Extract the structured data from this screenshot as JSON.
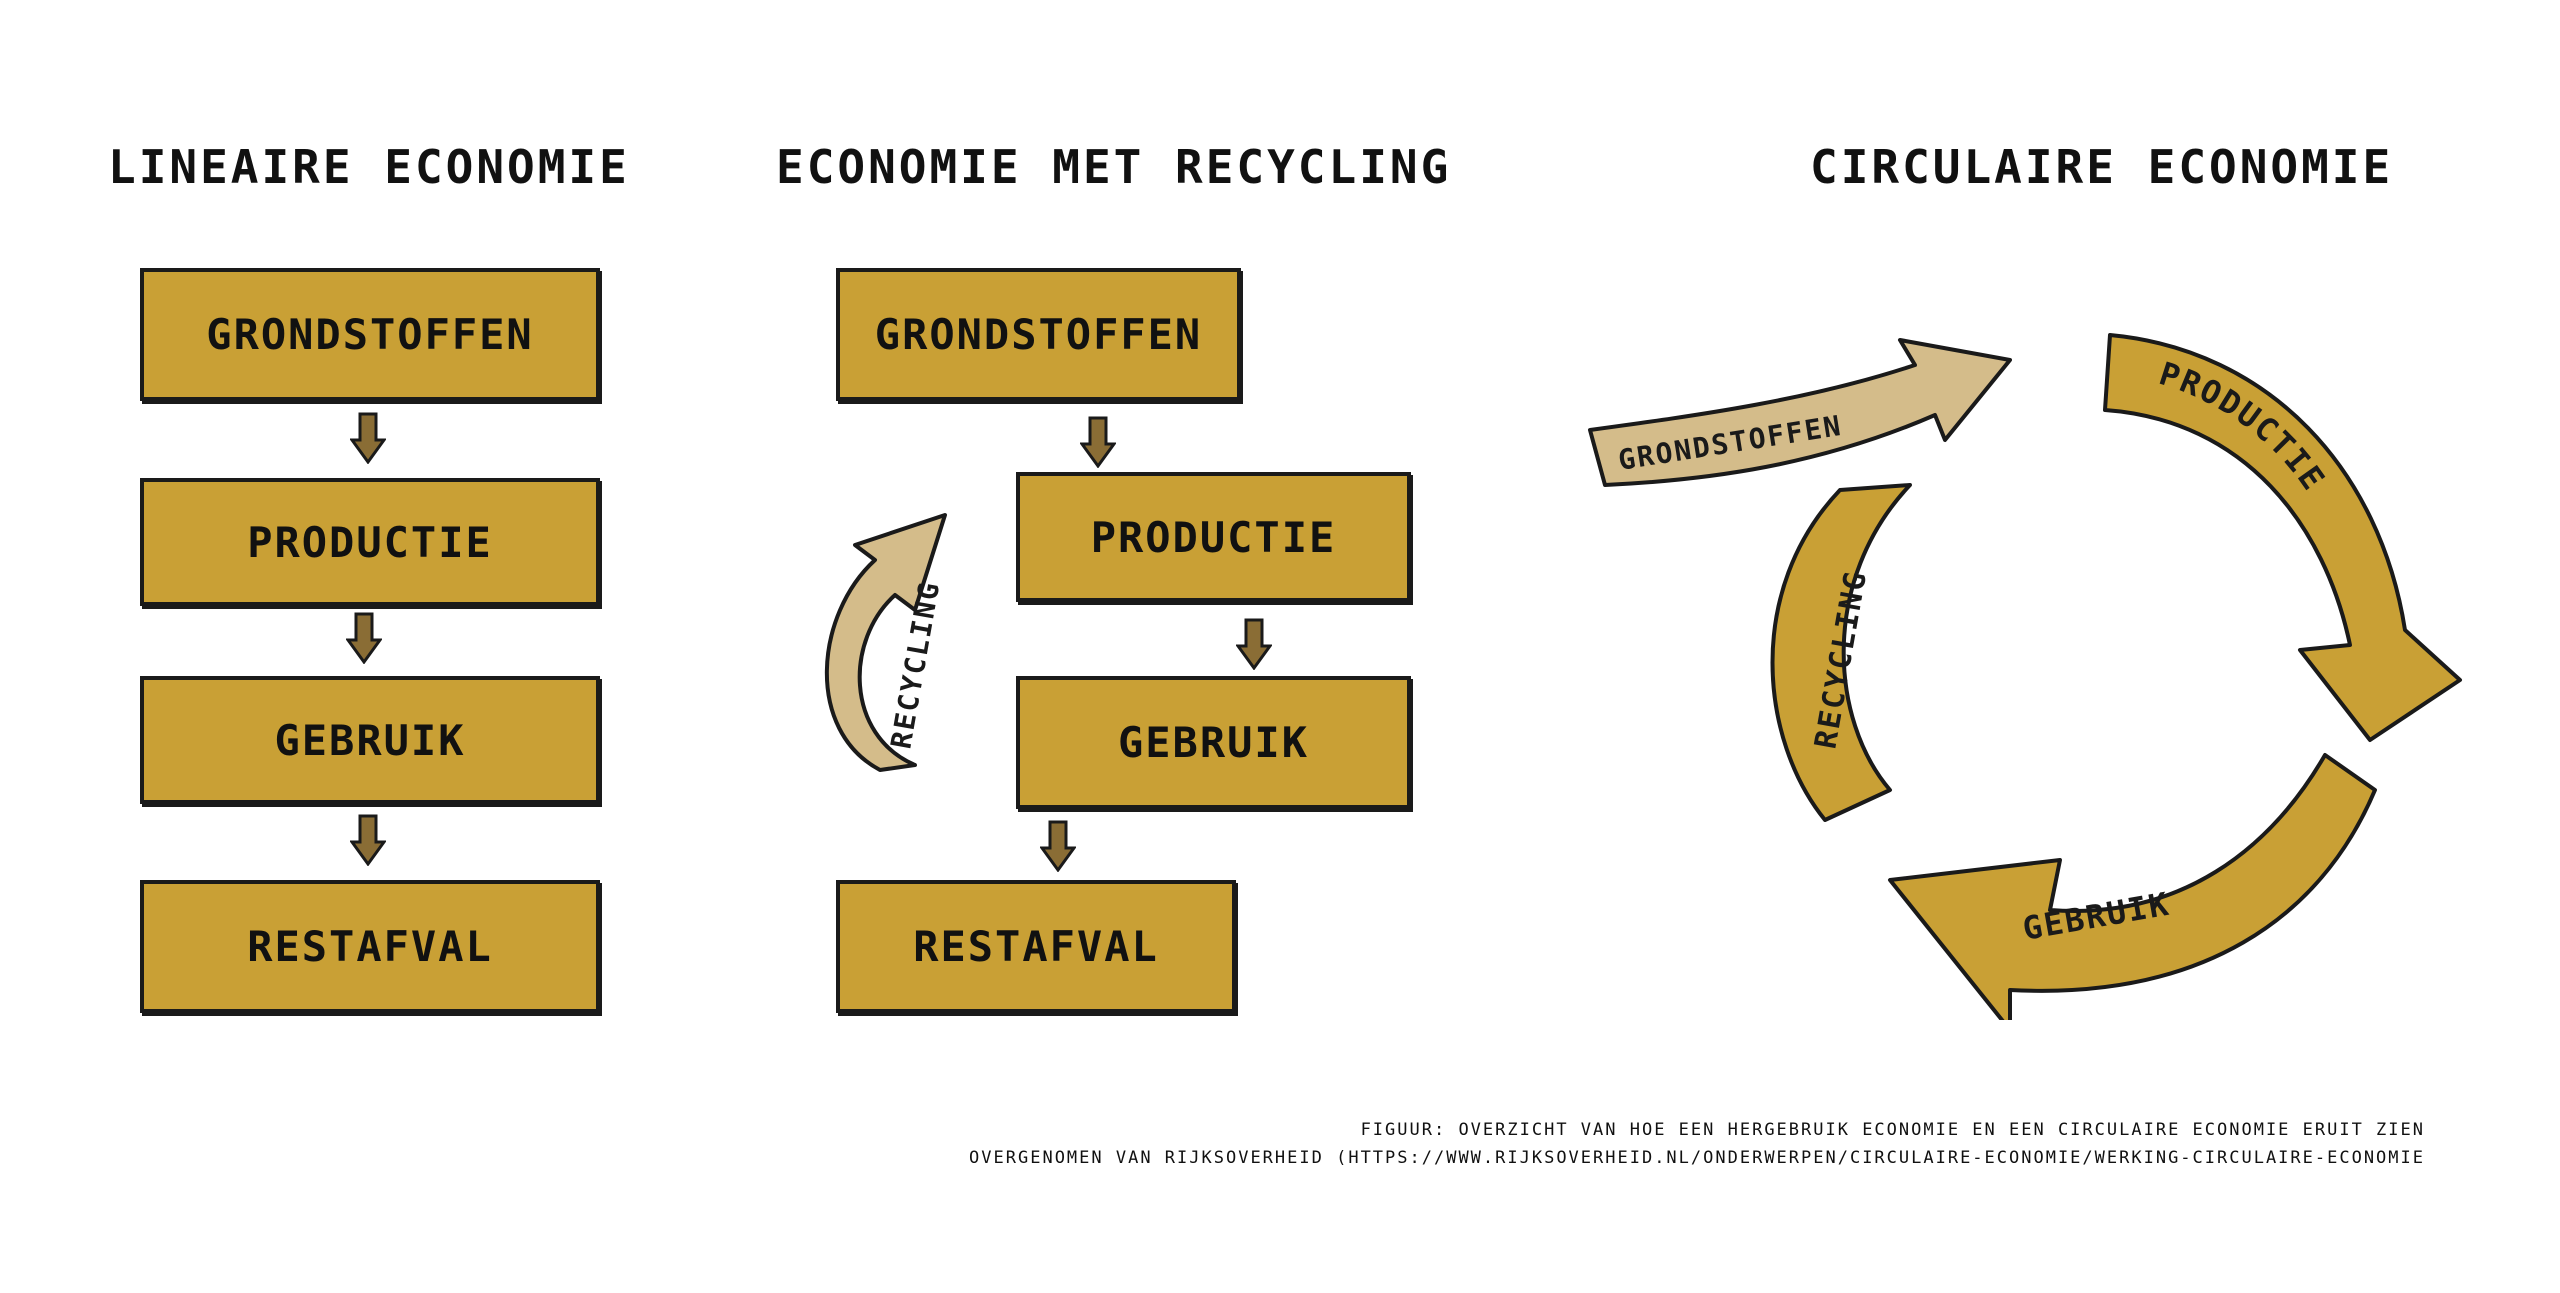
{
  "linear": {
    "title": "LINEAIRE ECONOMIE",
    "boxes": [
      "GRONDSTOFFEN",
      "PRODUCTIE",
      "GEBRUIK",
      "RESTAFVAL"
    ]
  },
  "recycling": {
    "title": "ECONOMIE MET RECYCLING",
    "boxes": [
      "GRONDSTOFFEN",
      "PRODUCTIE",
      "GEBRUIK",
      "RESTAFVAL"
    ],
    "loop_label": "RECYCLING"
  },
  "circular": {
    "title": "CIRCULAIRE ECONOMIE",
    "input_label": "GRONDSTOFFEN",
    "segments": [
      "PRODUCTIE",
      "GEBRUIK",
      "RECYCLING"
    ]
  },
  "caption": {
    "line1": "FIGUUR: OVERZICHT VAN HOE EEN HERGEBRUIK ECONOMIE EN EEN CIRCULAIRE ECONOMIE ERUIT ZIEN",
    "line2": "OVERGENOMEN VAN RIJKSOVERHEID (HTTPS://WWW.RIJKSOVERHEID.NL/ONDERWERPEN/CIRCULAIRE-ECONOMIE/WERKING-CIRCULAIRE-ECONOMIE"
  },
  "colors": {
    "gold": "#c9a035",
    "tan": "#d4bc8a",
    "arrow": "#8a6d35",
    "ink": "#1a1a1a"
  }
}
